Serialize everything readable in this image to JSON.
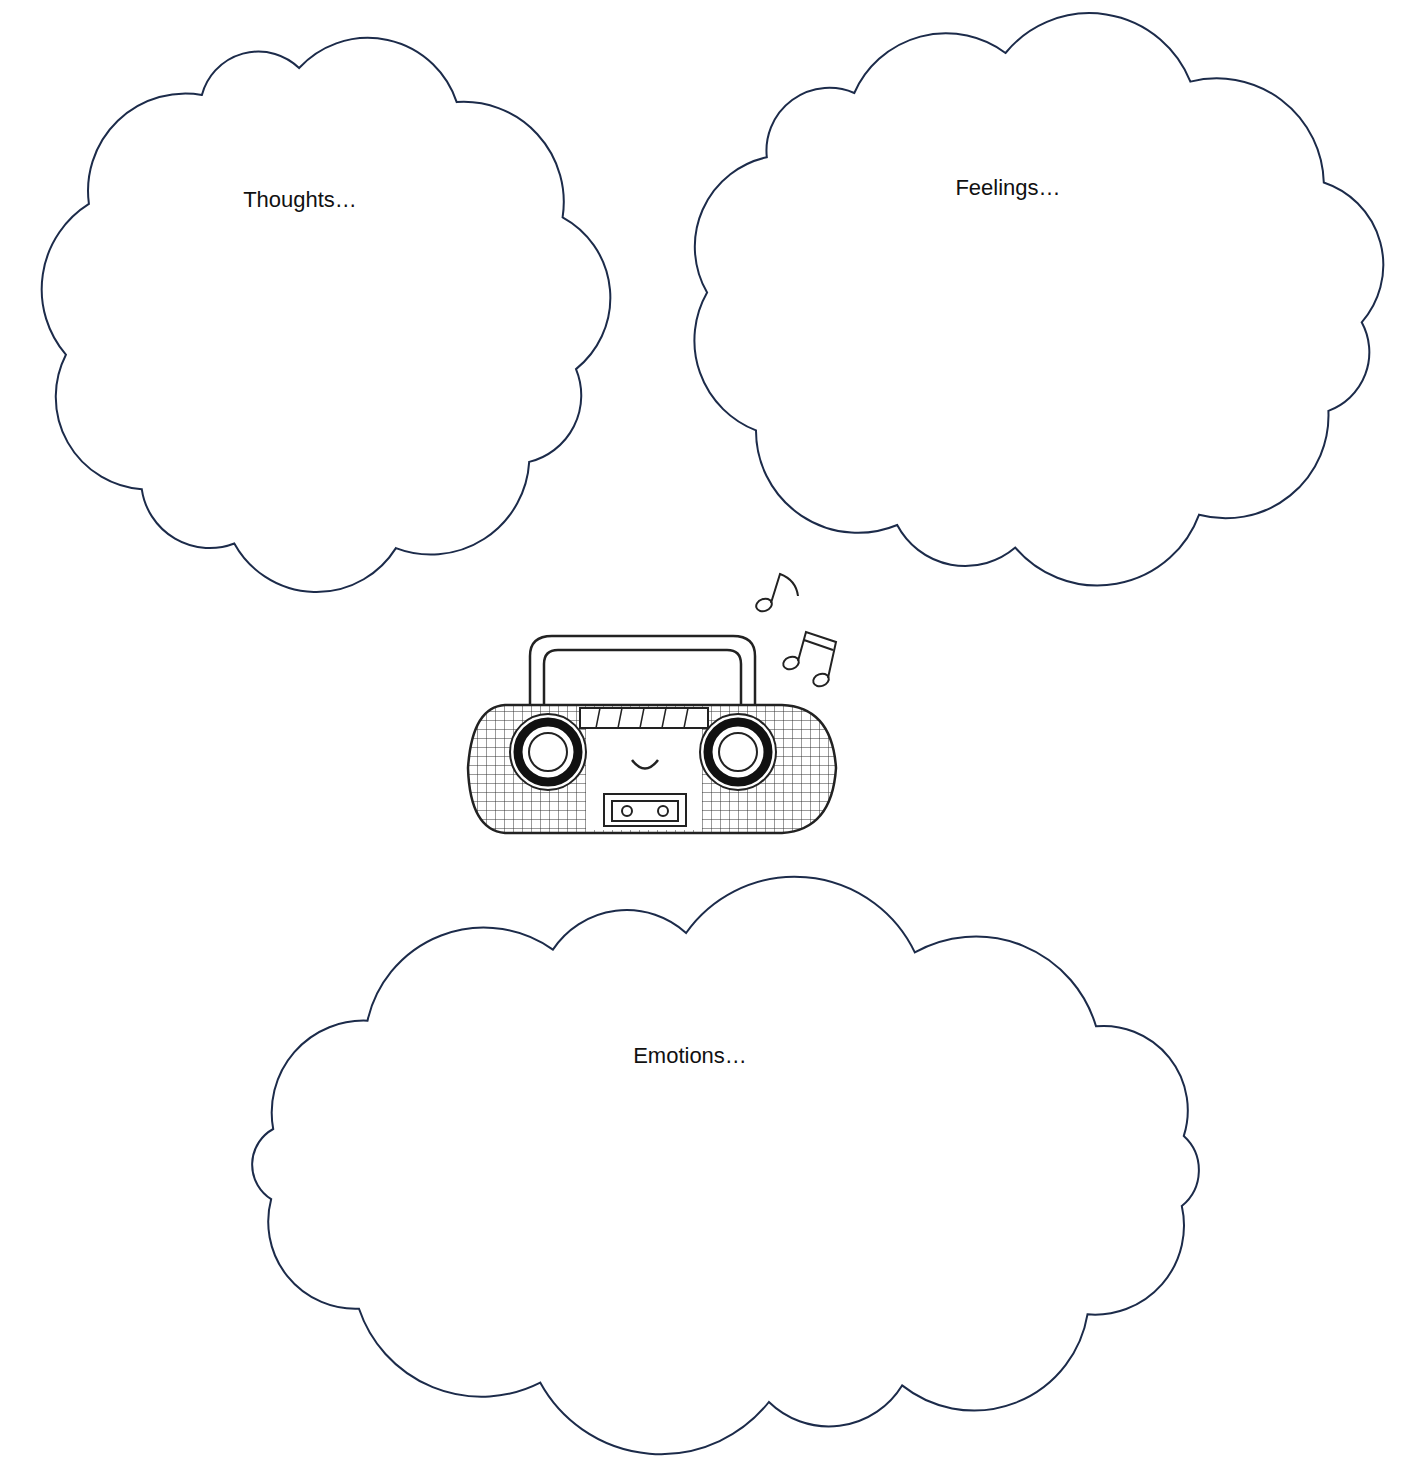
{
  "diagram": {
    "nodes": [
      {
        "text": [
          "Thoughts…"
        ]
      },
      {
        "text": [
          "Feelings…"
        ]
      },
      {
        "text": [
          "Emotions…"
        ]
      }
    ]
  }
}
